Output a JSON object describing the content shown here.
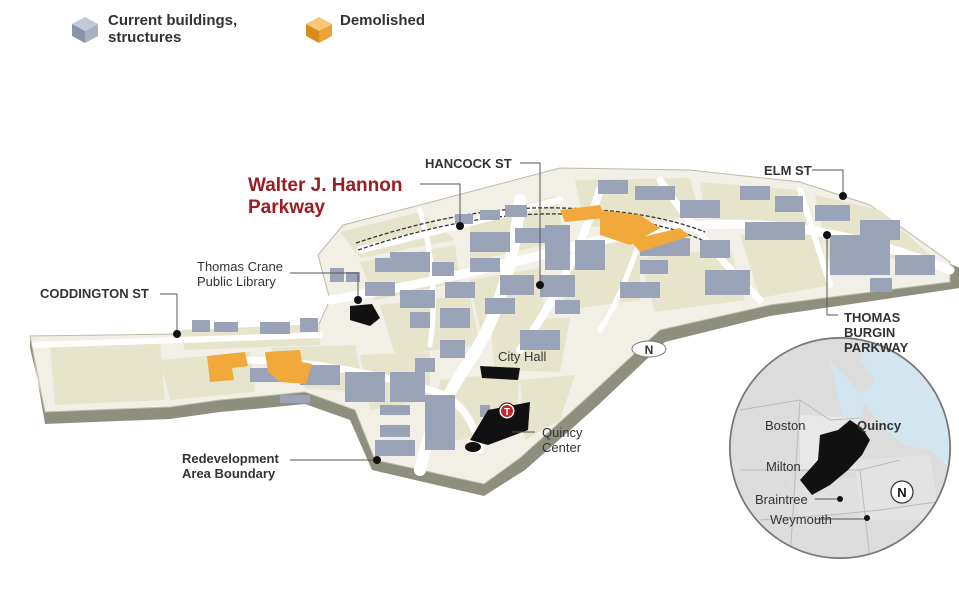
{
  "legend": {
    "current": {
      "line1": "Current buildings,",
      "line2": "structures",
      "color": "#9aa3b8"
    },
    "demolished": {
      "label": "Demolished",
      "color": "#f2a93b"
    }
  },
  "title": {
    "line1": "Walter J. Hannon",
    "line2": "Parkway"
  },
  "streets": {
    "hancock": "HANCOCK ST",
    "elm": "ELM ST",
    "coddington": "CODDINGTON ST",
    "thomas_burgin": {
      "line1": "THOMAS",
      "line2": "BURGIN",
      "line3": "PARKWAY"
    }
  },
  "places": {
    "library": {
      "line1": "Thomas Crane",
      "line2": "Public Library"
    },
    "city_hall": "City Hall",
    "quincy_center": {
      "line1": "Quincy",
      "line2": "Center"
    },
    "boundary": {
      "line1": "Redevelopment",
      "line2": "Area Boundary"
    }
  },
  "locator": {
    "boston": "Boston",
    "quincy": "Quincy",
    "milton": "Milton",
    "braintree": "Braintree",
    "weymouth": "Weymouth",
    "north": "N"
  },
  "transit_icon": "T",
  "colors": {
    "ground": "#f1efe6",
    "block": "#e7e4cc",
    "road": "#ffffff",
    "building": "#9aa3b8",
    "demolished": "#f2a93b",
    "landmark": "#111111",
    "title": "#9b1c22",
    "water": "#d3e6ef",
    "land": "#dcdcdc"
  }
}
